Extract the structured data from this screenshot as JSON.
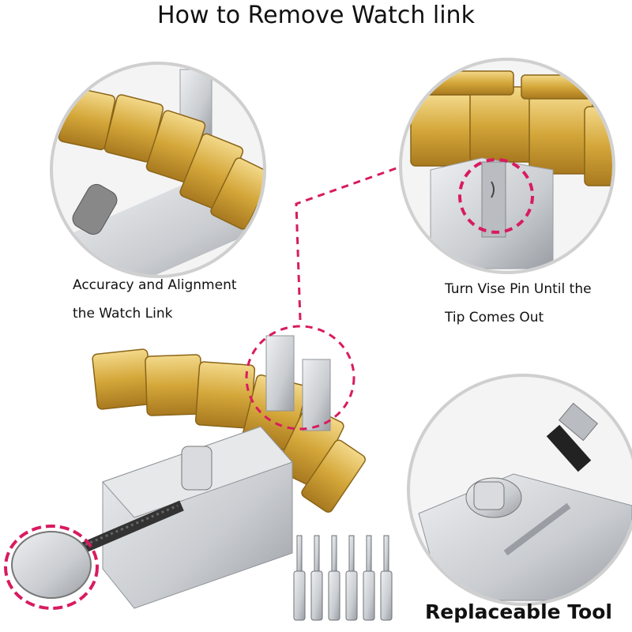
{
  "title": "How to Remove Watch link",
  "steps": [
    {
      "line1": "Accuracy and Alignment",
      "line2": "the Watch Link"
    },
    {
      "line1": "Turn Vise Pin Until the",
      "line2": "Tip Comes Out"
    }
  ],
  "bottom_caption": "Replaceable Tool",
  "colors": {
    "accent_pink": "#d81b60",
    "gold": "#d4a73a",
    "steel": "#c9ccd0"
  }
}
